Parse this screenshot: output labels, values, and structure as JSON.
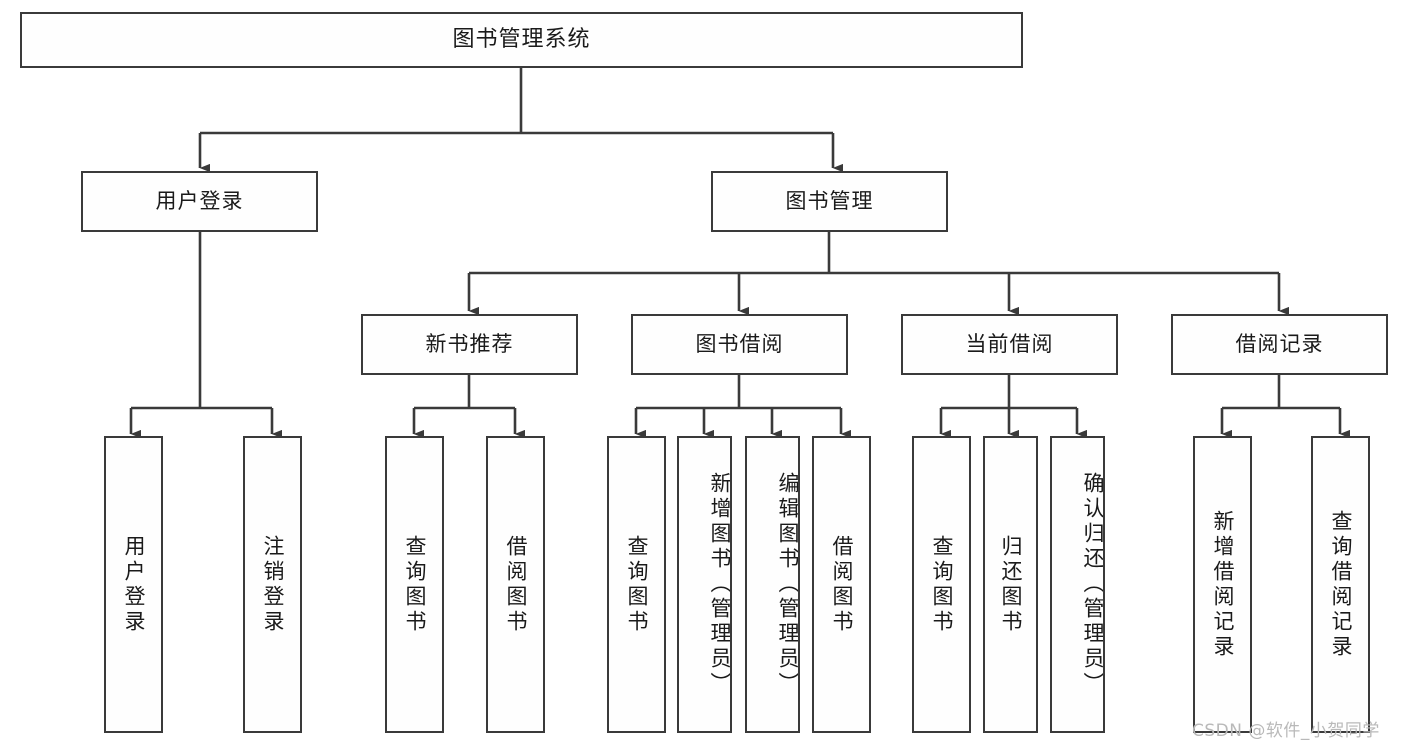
{
  "diagram": {
    "type": "tree",
    "title": "图书管理系统",
    "root": {
      "label": "图书管理系统"
    },
    "level2": [
      {
        "label": "用户登录"
      },
      {
        "label": "图书管理"
      }
    ],
    "level3": [
      {
        "label": "新书推荐"
      },
      {
        "label": "图书借阅"
      },
      {
        "label": "当前借阅"
      },
      {
        "label": "借阅记录"
      }
    ],
    "leaves": {
      "user_login": [
        {
          "label": "用户登录"
        },
        {
          "label": "注销登录"
        }
      ],
      "new_book_recommend": [
        {
          "label": "查询图书"
        },
        {
          "label": "借阅图书"
        }
      ],
      "book_borrow": [
        {
          "label": "查询图书"
        },
        {
          "label": "新增图书（管理员）"
        },
        {
          "label": "编辑图书（管理员）"
        },
        {
          "label": "借阅图书"
        }
      ],
      "current_borrow": [
        {
          "label": "查询图书"
        },
        {
          "label": "归还图书"
        },
        {
          "label": "确认归还（管理员）"
        }
      ],
      "borrow_record": [
        {
          "label": "新增借阅记录"
        },
        {
          "label": "查询借阅记录"
        }
      ]
    }
  },
  "watermark": {
    "text": "CSDN @软件_小贺同学"
  },
  "colors": {
    "stroke": "#3a3a3a",
    "fill": "#fefefe",
    "text": "#1a1a1a",
    "watermark": "#b9b9b9",
    "background": "#ffffff"
  }
}
